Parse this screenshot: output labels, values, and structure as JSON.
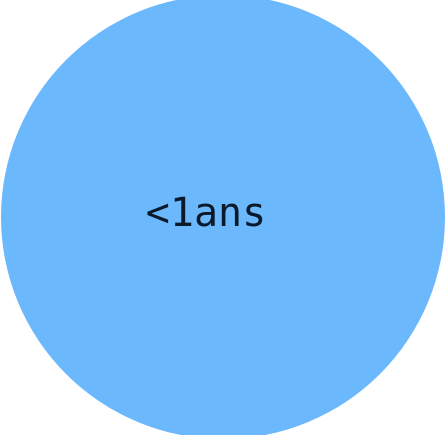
{
  "chart_data": {
    "type": "pie",
    "categories": [
      "<1ans"
    ],
    "values": [
      100
    ],
    "colors": [
      "#6cb8fc"
    ],
    "title": "",
    "legend": "none"
  }
}
